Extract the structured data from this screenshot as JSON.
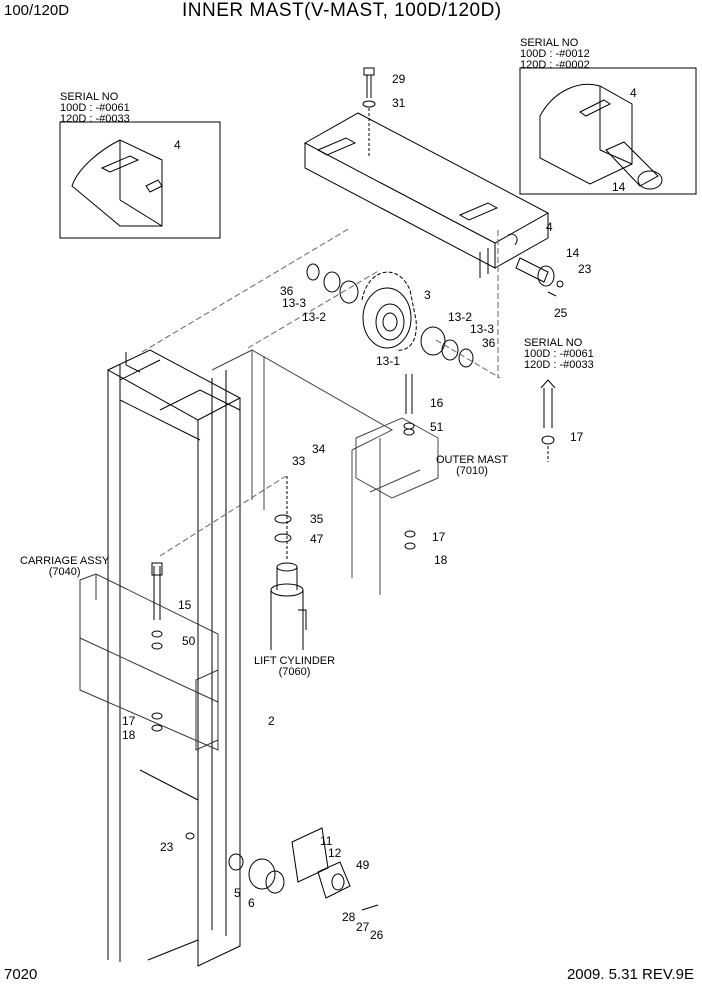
{
  "header": {
    "model": "100/120D",
    "title": "INNER MAST(V-MAST, 100D/120D)"
  },
  "footer": {
    "page_number": "7020",
    "revision": "2009. 5.31  REV.9E"
  },
  "serial_boxes": [
    {
      "lines": [
        "SERIAL NO",
        "100D : -#0061",
        "120D : -#0033"
      ]
    },
    {
      "lines": [
        "SERIAL NO",
        "100D : -#0012",
        "120D : -#0002"
      ]
    },
    {
      "lines": [
        "SERIAL NO",
        "100D : -#0061",
        "120D : -#0033"
      ]
    }
  ],
  "assembly_labels": {
    "outer_mast": [
      "OUTER MAST",
      "(7010)"
    ],
    "carriage_assy": [
      "CARRIAGE ASSY",
      "(7040)"
    ],
    "lift_cylinder": [
      "LIFT CYLINDER",
      "(7060)"
    ]
  },
  "part_callouts": [
    "29",
    "31",
    "4",
    "4",
    "4",
    "14",
    "14",
    "23",
    "25",
    "3",
    "36",
    "13-3",
    "13-2",
    "13-1",
    "13-2",
    "13-3",
    "36",
    "16",
    "51",
    "17",
    "34",
    "33",
    "35",
    "47",
    "17",
    "18",
    "15",
    "50",
    "17",
    "18",
    "2",
    "23",
    "11",
    "12",
    "49",
    "5",
    "6",
    "28",
    "27",
    "26"
  ]
}
